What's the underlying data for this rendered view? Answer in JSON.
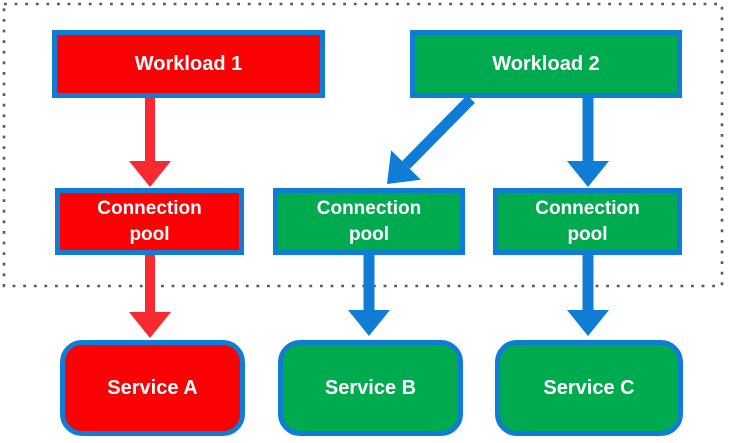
{
  "colors": {
    "red": "#fb0104",
    "arrow_red": "#f92a2f",
    "green": "#00ab4f",
    "blue": "#0f7cd6",
    "dot": "#595959",
    "label": "#ffffff"
  },
  "nodes": [
    {
      "id": "workload-1",
      "label": "Workload 1",
      "variant": "red"
    },
    {
      "id": "workload-2",
      "label": "Workload 2",
      "variant": "green"
    },
    {
      "id": "connection-pool-a",
      "label": "Connection\npool",
      "variant": "red"
    },
    {
      "id": "connection-pool-b",
      "label": "Connection\npool",
      "variant": "green"
    },
    {
      "id": "connection-pool-c",
      "label": "Connection\npool",
      "variant": "green"
    },
    {
      "id": "service-a",
      "label": "Service A",
      "variant": "red"
    },
    {
      "id": "service-b",
      "label": "Service B",
      "variant": "green"
    },
    {
      "id": "service-c",
      "label": "Service C",
      "variant": "green"
    }
  ],
  "edges": [
    {
      "from": "workload-1",
      "to": "connection-pool-a",
      "color": "red"
    },
    {
      "from": "connection-pool-a",
      "to": "service-a",
      "color": "red"
    },
    {
      "from": "workload-2",
      "to": "connection-pool-b",
      "color": "blue"
    },
    {
      "from": "workload-2",
      "to": "connection-pool-c",
      "color": "blue"
    },
    {
      "from": "connection-pool-b",
      "to": "service-b",
      "color": "blue"
    },
    {
      "from": "connection-pool-c",
      "to": "service-c",
      "color": "blue"
    }
  ]
}
